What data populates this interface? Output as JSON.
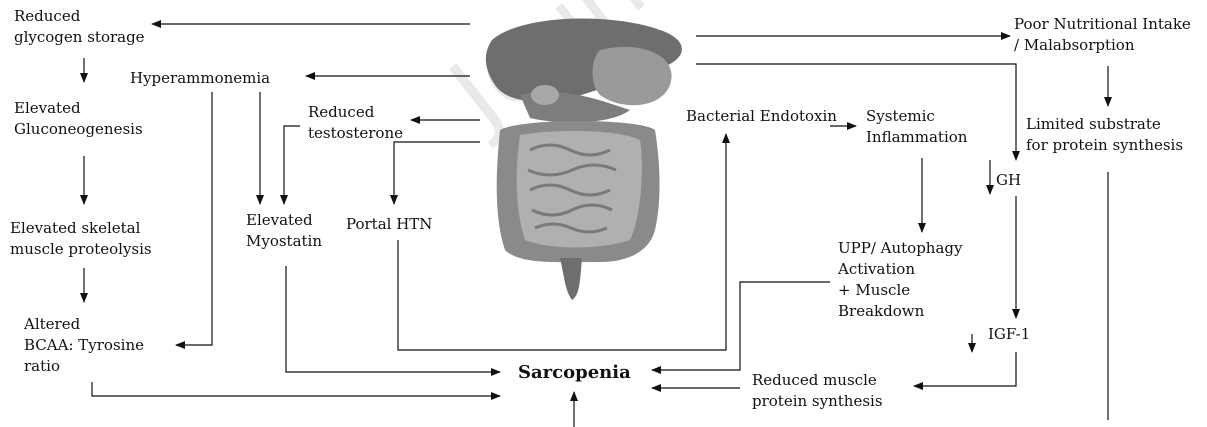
{
  "diagram": {
    "labels": {
      "reduced_glycogen": "Reduced\nglycogen storage",
      "elevated_gluconeogenesis": "Elevated\nGluconeogenesis",
      "elevated_proteolysis": "Elevated skeletal\nmuscle proteolysis",
      "altered_bcaa": "Altered\nBCAA: Tyrosine\nratio",
      "hyperammonemia": "Hyperammonemia",
      "reduced_testosterone": "Reduced\ntestosterone",
      "elevated_myostatin": "Elevated\nMyostatin",
      "portal_htn": "Portal HTN",
      "bacterial_endotoxin": "Bacterial Endotoxin",
      "systemic_inflammation": "Systemic\nInflammation",
      "upp_autophagy": "UPP/ Autophagy\nActivation\n+ Muscle\nBreakdown",
      "poor_nutrition": "Poor Nutritional Intake\n/ Malabsorption",
      "limited_substrate": "Limited substrate\nfor protein synthesis",
      "gh": "GH",
      "igf1": "IGF-1",
      "reduced_synthesis": "Reduced muscle\nprotein synthesis",
      "sarcopenia": "Sarcopenia"
    },
    "colors": {
      "arrow": "#111111",
      "organ_dark": "#5a5a5a",
      "organ_mid": "#8c8c8c",
      "organ_light": "#b5b5b5"
    },
    "center_image": "digestive-system-illustration"
  }
}
